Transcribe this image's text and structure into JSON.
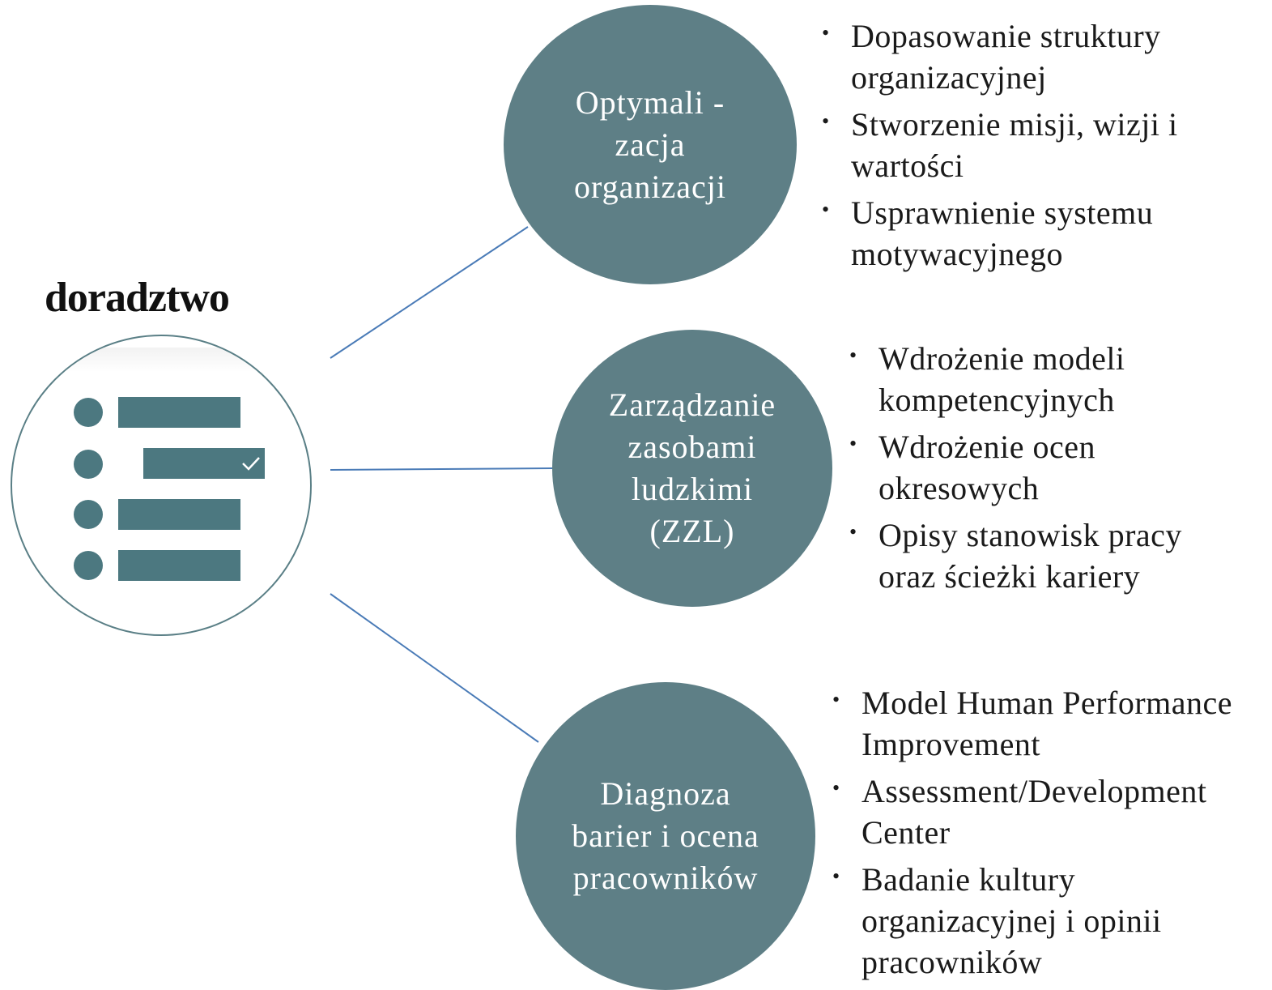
{
  "title": "doradztwo",
  "colors": {
    "node_fill": "#5e7f86",
    "icon_fill": "#4c7880",
    "connector": "#4a7bb7"
  },
  "icons": {
    "center": "checklist-icon"
  },
  "nodes": [
    {
      "label": "Optymali -\nzacja\norganizacji",
      "items": [
        "Dopasowanie struktury organizacyjnej",
        "Stworzenie misji, wizji i wartości",
        "Usprawnienie systemu motywacyjnego"
      ]
    },
    {
      "label": "Zarządzanie\nzasobami\nludzkimi\n(ZZL)",
      "items": [
        "Wdrożenie modeli kompetencyjnych",
        "Wdrożenie ocen okresowych",
        "Opisy stanowisk pracy oraz ścieżki kariery"
      ]
    },
    {
      "label": "Diagnoza\nbarier i ocena\npracowników",
      "items": [
        "Model Human Performance Improvement",
        "Assessment/Development Center",
        "Badanie kultury organizacyjnej i opinii pracowników"
      ]
    }
  ]
}
